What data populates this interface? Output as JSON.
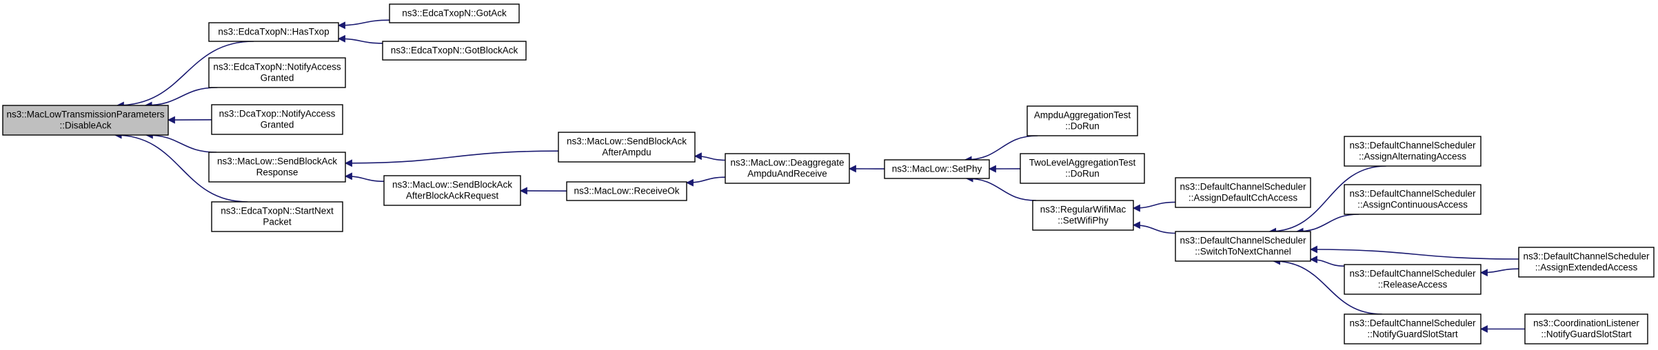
{
  "colors": {
    "edge": "#191970",
    "node_fill": "#ffffff",
    "current_fill": "#bfbfbf",
    "border": "#000000"
  },
  "nodes": [
    {
      "id": "disableack",
      "lines": [
        "ns3::MacLowTransmissionParameters",
        "::DisableAck"
      ],
      "current": true
    },
    {
      "id": "hastxop",
      "lines": [
        "ns3::EdcaTxopN::HasTxop"
      ]
    },
    {
      "id": "gotack",
      "lines": [
        "ns3::EdcaTxopN::GotAck"
      ]
    },
    {
      "id": "gotblockack",
      "lines": [
        "ns3::EdcaTxopN::GotBlockAck"
      ]
    },
    {
      "id": "edca-notifyaccess",
      "lines": [
        "ns3::EdcaTxopN::NotifyAccess",
        "Granted"
      ]
    },
    {
      "id": "dca-notifyaccess",
      "lines": [
        "ns3::DcaTxop::NotifyAccess",
        "Granted"
      ]
    },
    {
      "id": "sendblockackresponse",
      "lines": [
        "ns3::MacLow::SendBlockAck",
        "Response"
      ]
    },
    {
      "id": "startnextpacket",
      "lines": [
        "ns3::EdcaTxopN::StartNext",
        "Packet"
      ]
    },
    {
      "id": "sendblockackafterampdu",
      "lines": [
        "ns3::MacLow::SendBlockAck",
        "AfterAmpdu"
      ]
    },
    {
      "id": "sendblockackafterrequest",
      "lines": [
        "ns3::MacLow::SendBlockAck",
        "AfterBlockAckRequest"
      ]
    },
    {
      "id": "receiveok",
      "lines": [
        "ns3::MacLow::ReceiveOk"
      ]
    },
    {
      "id": "deaggregate",
      "lines": [
        "ns3::MacLow::Deaggregate",
        "AmpduAndReceive"
      ]
    },
    {
      "id": "setphy",
      "lines": [
        "ns3::MacLow::SetPhy"
      ]
    },
    {
      "id": "ampdutest",
      "lines": [
        "AmpduAggregationTest",
        "::DoRun"
      ]
    },
    {
      "id": "twoleveltest",
      "lines": [
        "TwoLevelAggregationTest",
        "::DoRun"
      ]
    },
    {
      "id": "setwifiphy",
      "lines": [
        "ns3::RegularWifiMac",
        "::SetWifiPhy"
      ]
    },
    {
      "id": "assigndefaultcch",
      "lines": [
        "ns3::DefaultChannelScheduler",
        "::AssignDefaultCchAccess"
      ]
    },
    {
      "id": "switchtonext",
      "lines": [
        "ns3::DefaultChannelScheduler",
        "::SwitchToNextChannel"
      ]
    },
    {
      "id": "assignalternating",
      "lines": [
        "ns3::DefaultChannelScheduler",
        "::AssignAlternatingAccess"
      ]
    },
    {
      "id": "assigncontinuous",
      "lines": [
        "ns3::DefaultChannelScheduler",
        "::AssignContinuousAccess"
      ]
    },
    {
      "id": "releaseaccess",
      "lines": [
        "ns3::DefaultChannelScheduler",
        "::ReleaseAccess"
      ]
    },
    {
      "id": "notifyguardslot",
      "lines": [
        "ns3::DefaultChannelScheduler",
        "::NotifyGuardSlotStart"
      ]
    },
    {
      "id": "assignextended",
      "lines": [
        "ns3::DefaultChannelScheduler",
        "::AssignExtendedAccess"
      ]
    },
    {
      "id": "coordlistener",
      "lines": [
        "ns3::CoordinationListener",
        "::NotifyGuardSlotStart"
      ]
    }
  ],
  "edges": [
    [
      "hastxop",
      "disableack"
    ],
    [
      "edca-notifyaccess",
      "disableack"
    ],
    [
      "dca-notifyaccess",
      "disableack"
    ],
    [
      "sendblockackresponse",
      "disableack"
    ],
    [
      "startnextpacket",
      "disableack"
    ],
    [
      "gotack",
      "hastxop"
    ],
    [
      "gotblockack",
      "hastxop"
    ],
    [
      "sendblockackafterampdu",
      "sendblockackresponse"
    ],
    [
      "sendblockackafterrequest",
      "sendblockackresponse"
    ],
    [
      "deaggregate",
      "sendblockackafterampdu"
    ],
    [
      "receiveok",
      "sendblockackafterrequest"
    ],
    [
      "deaggregate",
      "receiveok"
    ],
    [
      "setphy",
      "deaggregate"
    ],
    [
      "ampdutest",
      "setphy"
    ],
    [
      "twoleveltest",
      "setphy"
    ],
    [
      "setwifiphy",
      "setphy"
    ],
    [
      "assigndefaultcch",
      "setwifiphy"
    ],
    [
      "switchtonext",
      "setwifiphy"
    ],
    [
      "assignalternating",
      "switchtonext"
    ],
    [
      "assigncontinuous",
      "switchtonext"
    ],
    [
      "assignextended",
      "switchtonext"
    ],
    [
      "releaseaccess",
      "switchtonext"
    ],
    [
      "notifyguardslot",
      "switchtonext"
    ],
    [
      "assignextended",
      "releaseaccess"
    ],
    [
      "coordlistener",
      "notifyguardslot"
    ]
  ]
}
